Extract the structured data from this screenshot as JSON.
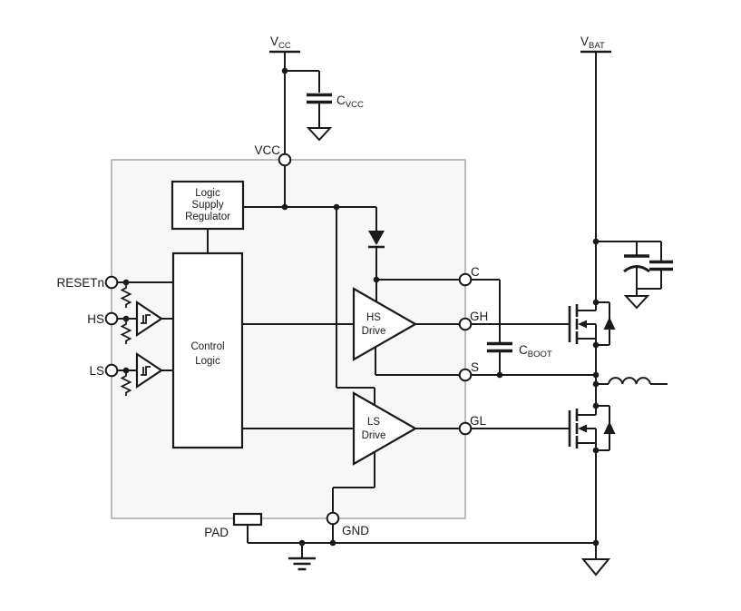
{
  "colors": {
    "line": "#1a1a1a",
    "ic_fill": "#f7f7f7",
    "ic_border": "#999999",
    "background": "#ffffff"
  },
  "rails": {
    "vcc": {
      "main": "V",
      "sub": "CC"
    },
    "vbat": {
      "main": "V",
      "sub": "BAT"
    }
  },
  "capacitors": {
    "cvcc": {
      "main": "C",
      "sub": "VCC"
    },
    "cboot": {
      "main": "C",
      "sub": "BOOT"
    }
  },
  "ic": {
    "pins": {
      "vcc": "VCC",
      "c": "C",
      "gh": "GH",
      "s": "S",
      "gl": "GL",
      "gnd": "GND",
      "pad": "PAD",
      "resetn": "RESETn",
      "hs": "HS",
      "ls": "LS"
    },
    "blocks": {
      "regulator": {
        "lines": [
          "Logic",
          "Supply",
          "Regulator"
        ]
      },
      "control": {
        "lines": [
          "Control",
          "Logic"
        ]
      },
      "hs_drive": {
        "lines": [
          "HS",
          "Drive"
        ]
      },
      "ls_drive": {
        "lines": [
          "LS",
          "Drive"
        ]
      }
    }
  }
}
